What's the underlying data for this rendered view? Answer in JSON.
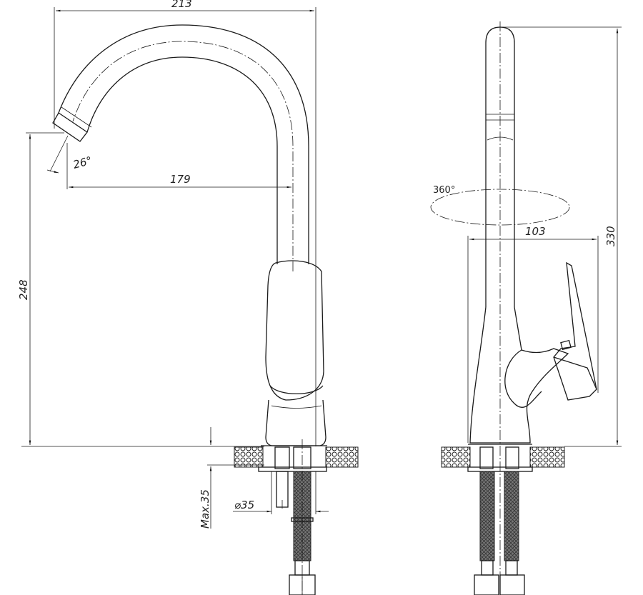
{
  "title": "Kitchen faucet dimension drawing",
  "dimensions": {
    "overall_reach": "213",
    "spout_angle": "26°",
    "spout_reach": "179",
    "spout_height": "248",
    "rotation": "360°",
    "handle_depth": "103",
    "overall_height": "330",
    "max_counter_thickness": "Max.35",
    "hole_diameter": "⌀35"
  },
  "colors": {
    "line": "#1a1a1a",
    "background": "#ffffff"
  }
}
